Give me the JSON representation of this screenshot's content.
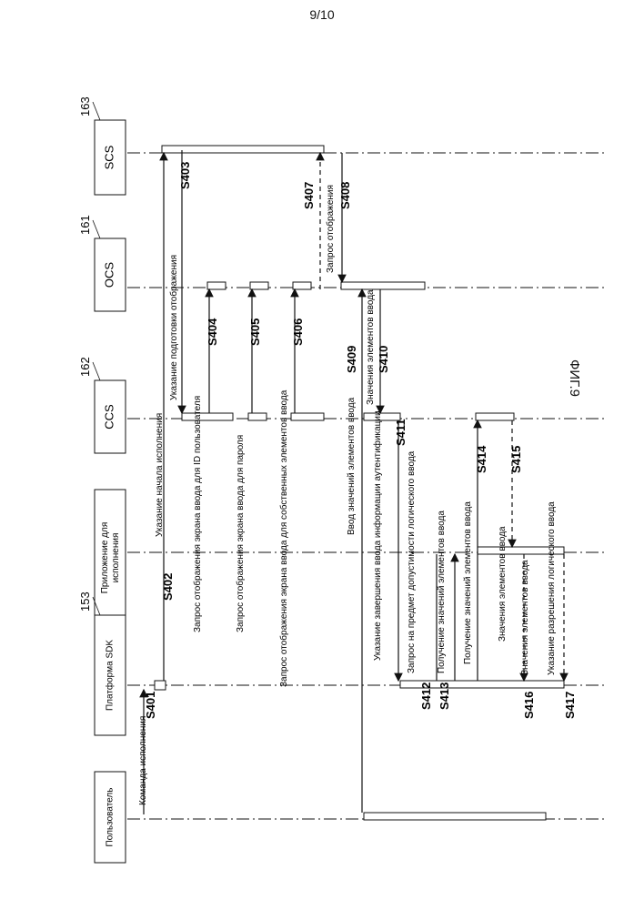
{
  "page_number": "9/10",
  "figure_label": "ФИГ.9",
  "actors": [
    {
      "ref": "163",
      "name": "SCS"
    },
    {
      "ref": "161",
      "name": "OCS"
    },
    {
      "ref": "162",
      "name": "CCS"
    },
    {
      "ref": "",
      "name": "Приложение для исполнения"
    },
    {
      "ref": "153",
      "name": "Платформа SDK"
    },
    {
      "ref": "",
      "name": "Пользователь"
    }
  ],
  "messages": [
    {
      "step": "S401",
      "label": "Команда исполнения"
    },
    {
      "step": "S402",
      "label": "Указание начала исполнения"
    },
    {
      "step": "S403",
      "label": "Указание подготовки отображения"
    },
    {
      "step": "S404",
      "label": "Запрос отображения экрана ввода для ID пользователя"
    },
    {
      "step": "S405",
      "label": "Запрос отображения экрана ввода для пароля"
    },
    {
      "step": "S406",
      "label": "Запрос отображения экрана ввода для собственных элементов ввода"
    },
    {
      "step": "S407",
      "label": ""
    },
    {
      "step": "S408",
      "label": "Запрос отображения"
    },
    {
      "step": "S409",
      "label": "Ввод значений элементов ввода"
    },
    {
      "step": "S410",
      "label": "Значения элементов ввода"
    },
    {
      "step": "S411",
      "label": "Указание завершения ввода информации аутентификации"
    },
    {
      "step": "S412",
      "label": "Запрос на предмет допустимости логического ввода"
    },
    {
      "step": "S413",
      "label": "Получение значений элементов ввода"
    },
    {
      "step": "S414",
      "label": "Получение значений элементов ввода"
    },
    {
      "step": "S415",
      "label": "Значения элементов ввода"
    },
    {
      "step": "S416",
      "label": "Значения элементов ввода"
    },
    {
      "step": "S417",
      "label": "Указание разрешения логического ввода"
    }
  ]
}
